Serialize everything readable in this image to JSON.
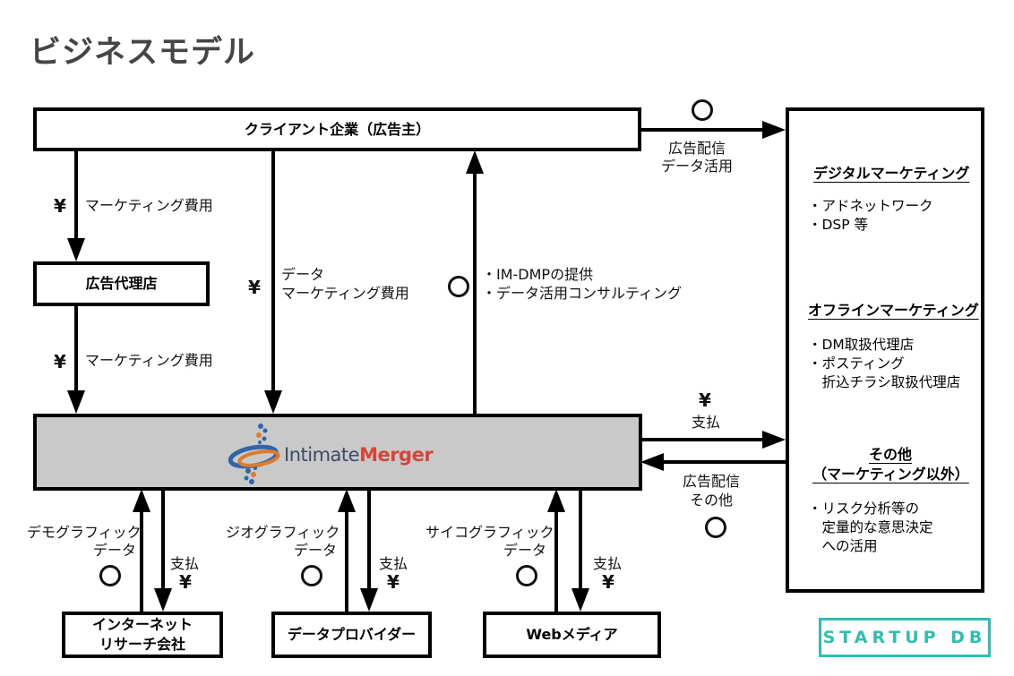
{
  "title": "ビジネスモデル",
  "entities": {
    "client": "クライアント企業（広告主）",
    "agency": "広告代理店",
    "im_logo_part1": "Intimate",
    "im_logo_part2": "Merger",
    "internet_research_line1": "インターネット",
    "internet_research_line2": "リサーチ会社",
    "data_provider": "データプロバイダー",
    "web_media": "Webメディア"
  },
  "flows": {
    "client_to_agency": "マーケティング費用",
    "agency_to_im": "マーケティング費用",
    "client_to_im_line1": "データ",
    "client_to_im_line2": "マーケティング費用",
    "im_to_client_line1": "・IM-DMPの提供",
    "im_to_client_line2": "・データ活用コンサルティング",
    "client_to_right_line1": "広告配信",
    "client_to_right_line2": "データ活用",
    "im_to_right": "支払",
    "right_to_im_line1": "広告配信",
    "right_to_im_line2": "その他",
    "demographic_line1": "デモグラフィック",
    "demographic_line2": "データ",
    "geographic_line1": "ジオグラフィック",
    "geographic_line2": "データ",
    "psychographic_line1": "サイコグラフィック",
    "psychographic_line2": "データ",
    "payment": "支払"
  },
  "symbols": {
    "yen": "¥"
  },
  "right_panel": {
    "digital_heading": "デジタルマーケティング",
    "digital_items": "・アドネットワーク\n・DSP 等",
    "offline_heading": "オフラインマーケティング",
    "offline_items": "・DM取扱代理店\n・ポスティング\n　折込チラシ取扱代理店",
    "other_heading_line1": "その他",
    "other_heading_line2": "（マーケティング以外）",
    "other_items": "・リスク分析等の\n　定量的な意思決定\n　への活用"
  },
  "watermark": "STARTUP DB"
}
